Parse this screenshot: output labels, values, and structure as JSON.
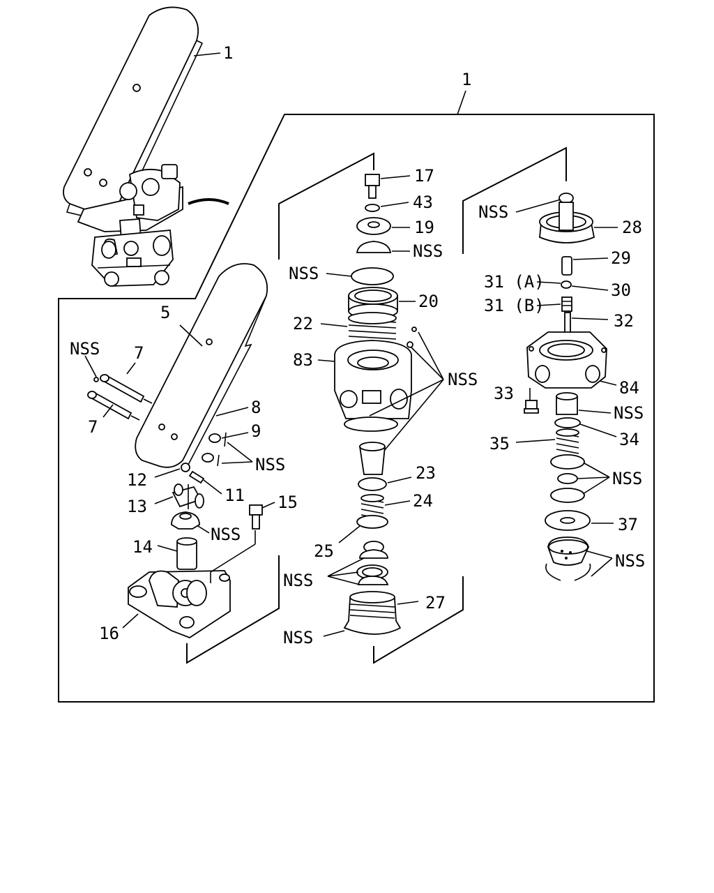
{
  "labels": {
    "l1_top": "1",
    "l1_box": "1",
    "l5": "5",
    "l7a": "7",
    "l7b": "7",
    "l8": "8",
    "l9": "9",
    "l11": "11",
    "l12": "12",
    "l13": "13",
    "l14": "14",
    "l15": "15",
    "l16": "16",
    "l17": "17",
    "l43": "43",
    "l19": "19",
    "l20": "20",
    "l22": "22",
    "l83": "83",
    "l23": "23",
    "l24": "24",
    "l25": "25",
    "l27": "27",
    "l28": "28",
    "l29": "29",
    "l30": "30",
    "l31a": "31 (A)",
    "l31b": "31 (B)",
    "l32": "32",
    "l33": "33",
    "l84": "84",
    "l34": "34",
    "l35": "35",
    "l37": "37",
    "nss": "NSS"
  },
  "colors": {
    "ink": "#000000",
    "paper": "#ffffff"
  }
}
